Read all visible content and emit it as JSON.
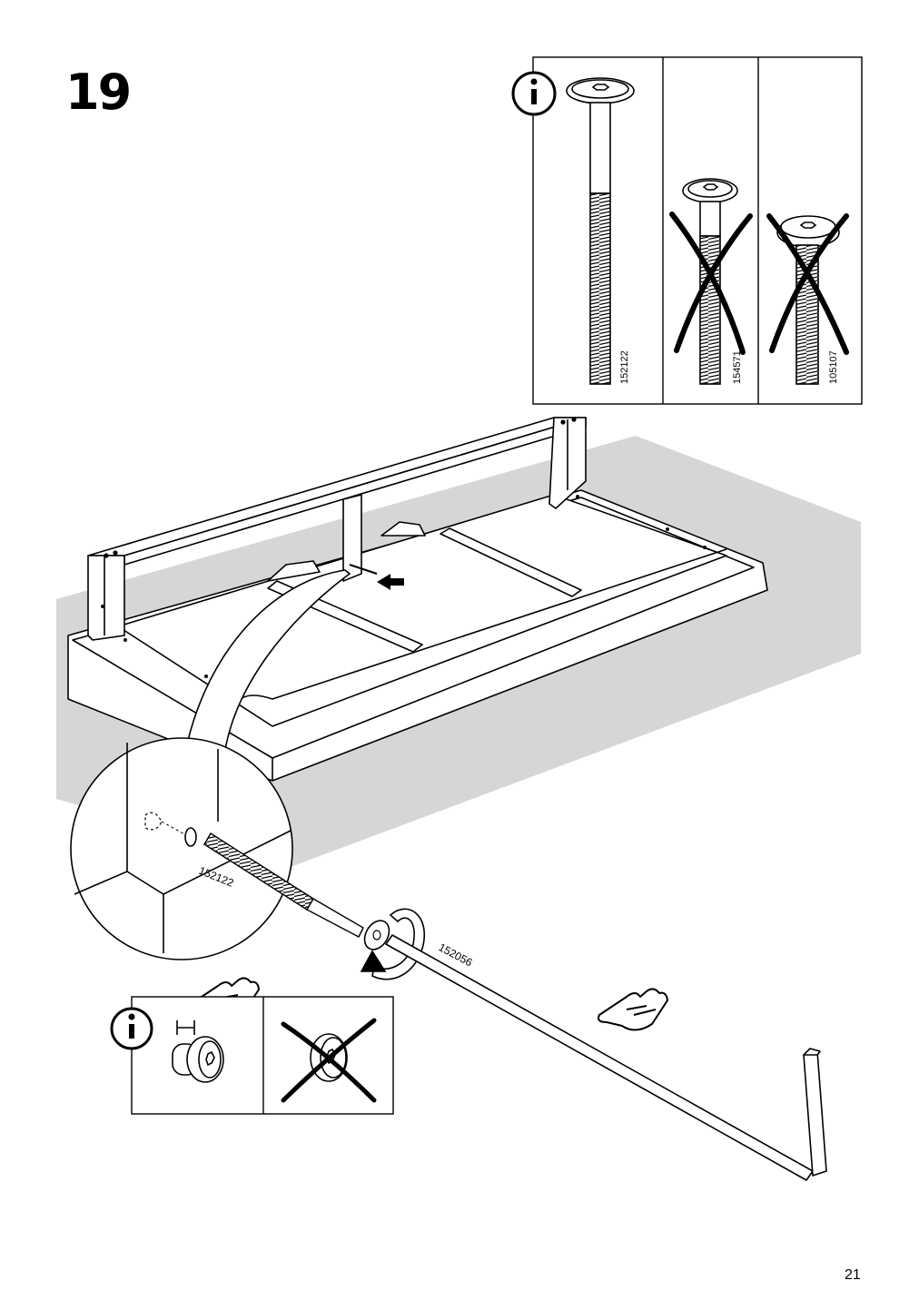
{
  "step": {
    "number": "19"
  },
  "page": {
    "number": "21"
  },
  "info_panel_top": {
    "icon": "info-icon",
    "cells": [
      {
        "part_code": "152122",
        "status": "correct"
      },
      {
        "part_code": "154571",
        "status": "incorrect"
      },
      {
        "part_code": "105107",
        "status": "incorrect"
      }
    ]
  },
  "callout": {
    "bolt_code": "152122"
  },
  "tool": {
    "part_code": "152056"
  },
  "info_panel_bottom": {
    "icon": "info-icon",
    "cells": [
      {
        "status": "correct"
      },
      {
        "status": "incorrect"
      }
    ]
  },
  "colors": {
    "floor": "#d6d6d6",
    "line": "#000000",
    "paper": "#ffffff"
  }
}
